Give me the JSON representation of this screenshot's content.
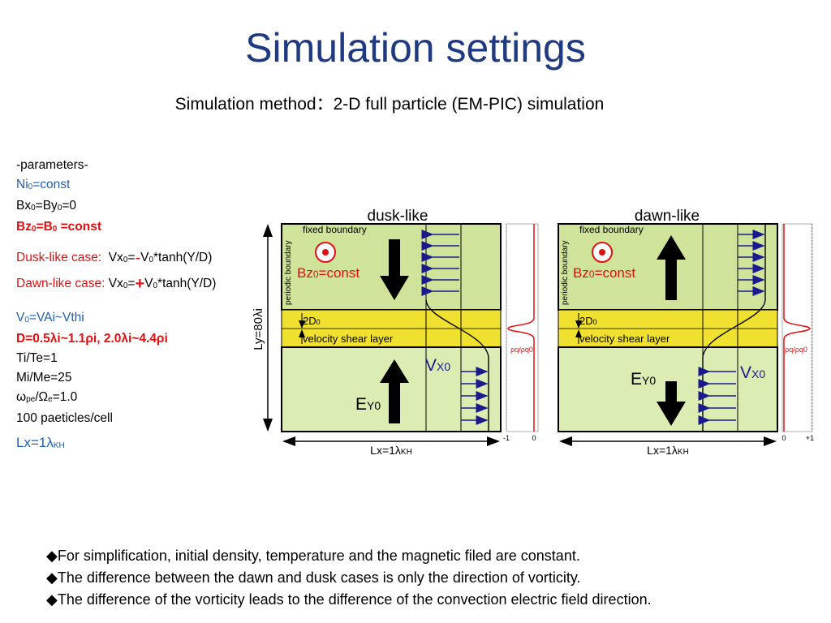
{
  "slide": {
    "title": "Simulation settings",
    "subtitle": "Simulation method：2-D full particle (EM-PIC) simulation"
  },
  "params": {
    "header": "-parameters-",
    "ni_label": "Ni",
    "ni_sub": "0",
    "ni_val": "=const",
    "bx_label": "Bx",
    "bx_sub": "0",
    "by_label": "=By",
    "by_sub": "0",
    "b_val": "=0",
    "bz_label": "Bz",
    "bz_sub": "0",
    "bz_eq": "=B",
    "b0_sub": "0",
    "bz_val": " =const",
    "dusk_label": "Dusk-like case:",
    "dusk_vx": "Vx",
    "dusk_sub": "0",
    "dusk_eq": "=",
    "dusk_sign": "-",
    "dusk_v": "V",
    "dusk_v_sub": "0",
    "dusk_rest": "*tanh(Y/D)",
    "dawn_label": "Dawn-like case:",
    "dawn_vx": "Vx",
    "dawn_sub": "0",
    "dawn_eq": "=",
    "dawn_sign": "+",
    "dawn_v": "V",
    "dawn_v_sub": "0",
    "dawn_rest": "*tanh(Y/D)",
    "v0_label": "V",
    "v0_sub": "0",
    "v0_val": "=VAi~Vthi",
    "d_val": "D=0.5λi~1.1ρi, 2.0λi~4.4ρi",
    "titi": "Ti/Te=1",
    "mime": "Mi/Me=25",
    "w_pre": "ω",
    "w_sub": "pe",
    "w_mid": "/Ω",
    "w_sub2": "e",
    "w_val": "=1.0",
    "ppc": "100 paeticles/cell",
    "lx_label": "Lx=1λ",
    "lx_sub": "KH"
  },
  "diagram": {
    "colors": {
      "panel_green": "#cfe49a",
      "panel_light_green": "#dcedb4",
      "shear_yellow": "#f0e030",
      "arrow_navy": "#1a1a8c",
      "red": "#e01010",
      "dark": "#000000"
    },
    "dusk": {
      "title": "dusk-like",
      "fixed_boundary": "fixed boundary",
      "periodic_boundary": "periodic boundary",
      "bz_label": "Bz",
      "bz_sub": "0",
      "bz_val": "=const",
      "shear_2d": "2D",
      "shear_2d_sub": "0",
      "shear_layer": "velocity shear layer",
      "vx_label": "V",
      "vx_sub": "X0",
      "ey_label": "E",
      "ey_sub": "Y0",
      "ly_label": "Ly=80λi",
      "lx_label": "Lx=1λ",
      "lx_sub": "KH",
      "rho_label": "ρq/ρq0",
      "axis_left": "-1",
      "axis_right": "0"
    },
    "dawn": {
      "title": "dawn-like",
      "fixed_boundary": "fixed boundary",
      "periodic_boundary": "periodic boundary",
      "bz_label": "Bz",
      "bz_sub": "0",
      "bz_val": "=const",
      "shear_2d": "2D",
      "shear_2d_sub": "0",
      "shear_layer": "velocity shear layer",
      "vx_label": "V",
      "vx_sub": "X0",
      "ey_label": "E",
      "ey_sub": "Y0",
      "lx_label": "Lx=1λ",
      "lx_sub": "KH",
      "rho_label": "ρq/ρq0",
      "axis_left": "0",
      "axis_right": "+1"
    }
  },
  "notes": [
    "◆For simplification, initial density, temperature and  the magnetic filed are constant.",
    "◆The difference between the dawn and dusk cases is only the direction of vorticity.",
    "◆The difference of the vorticity leads to the difference of the convection electric field direction."
  ]
}
